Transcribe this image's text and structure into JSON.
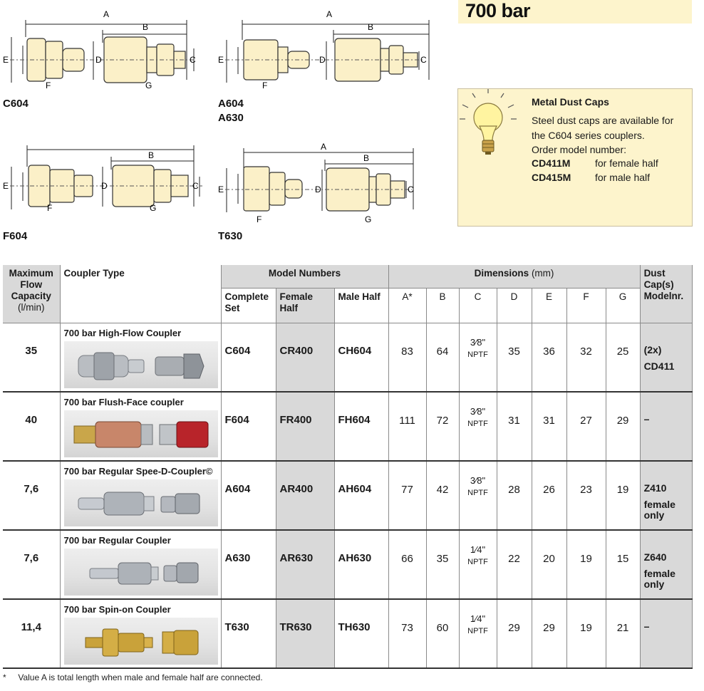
{
  "header": {
    "title": "700 bar"
  },
  "drawings": {
    "labels": [
      "C604",
      "A604",
      "A630",
      "F604",
      "T630"
    ],
    "dim_letters": {
      "a": "A",
      "b": "B",
      "c": "C",
      "d": "D",
      "e": "E",
      "f": "F",
      "g": "G"
    }
  },
  "tip": {
    "title": "Metal Dust Caps",
    "lines": [
      "Steel dust caps are available for",
      "the C604 series couplers.",
      "Order model number:"
    ],
    "models": [
      {
        "model": "CD411M",
        "desc": "for female half"
      },
      {
        "model": "CD415M",
        "desc": "for male half"
      }
    ]
  },
  "table": {
    "headers": {
      "flow": "Maximum Flow Capacity",
      "flow_unit": "(l/min)",
      "type": "Coupler Type",
      "models": "Model Numbers",
      "dimensions": "Dimensions",
      "dimensions_unit": "(mm)",
      "dust": "Dust Cap(s) Modelnr.",
      "complete": "Complete Set",
      "female": "Female Half",
      "male": "Male Half",
      "dims": [
        "A*",
        "B",
        "C",
        "D",
        "E",
        "F",
        "G"
      ]
    },
    "rows": [
      {
        "flow": "35",
        "type": "700 bar High-Flow Coupler",
        "complete": "C604",
        "female": "CR400",
        "male": "CH604",
        "A": "83",
        "B": "64",
        "C": "3⁄8\"",
        "C_unit": "NPTF",
        "D": "35",
        "E": "36",
        "F": "32",
        "G": "25",
        "dust1": "(2x)",
        "dust2": "CD411"
      },
      {
        "flow": "40",
        "type": "700 bar Flush-Face coupler",
        "complete": "F604",
        "female": "FR400",
        "male": "FH604",
        "A": "111",
        "B": "72",
        "C": "3⁄8\"",
        "C_unit": "NPTF",
        "D": "31",
        "E": "31",
        "F": "27",
        "G": "29",
        "dust1": "–",
        "dust2": ""
      },
      {
        "flow": "7,6",
        "type": "700 bar Regular Spee-D-Coupler©",
        "complete": "A604",
        "female": "AR400",
        "male": "AH604",
        "A": "77",
        "B": "42",
        "C": "3⁄8\"",
        "C_unit": "NPTF",
        "D": "28",
        "E": "26",
        "F": "23",
        "G": "19",
        "dust1": "Z410",
        "dust2": "female only"
      },
      {
        "flow": "7,6",
        "type": "700 bar Regular Coupler",
        "complete": "A630",
        "female": "AR630",
        "male": "AH630",
        "A": "66",
        "B": "35",
        "C": "1⁄4\"",
        "C_unit": "NPTF",
        "D": "22",
        "E": "20",
        "F": "19",
        "G": "15",
        "dust1": "Z640",
        "dust2": "female only"
      },
      {
        "flow": "11,4",
        "type": "700 bar Spin-on Coupler",
        "complete": "T630",
        "female": "TR630",
        "male": "TH630",
        "A": "73",
        "B": "60",
        "C": "1⁄4\"",
        "C_unit": "NPTF",
        "D": "29",
        "E": "29",
        "F": "19",
        "G": "21",
        "dust1": "–",
        "dust2": ""
      }
    ]
  },
  "footnote": {
    "star": "*",
    "text": "Value A is total length when male and female half are connected."
  }
}
